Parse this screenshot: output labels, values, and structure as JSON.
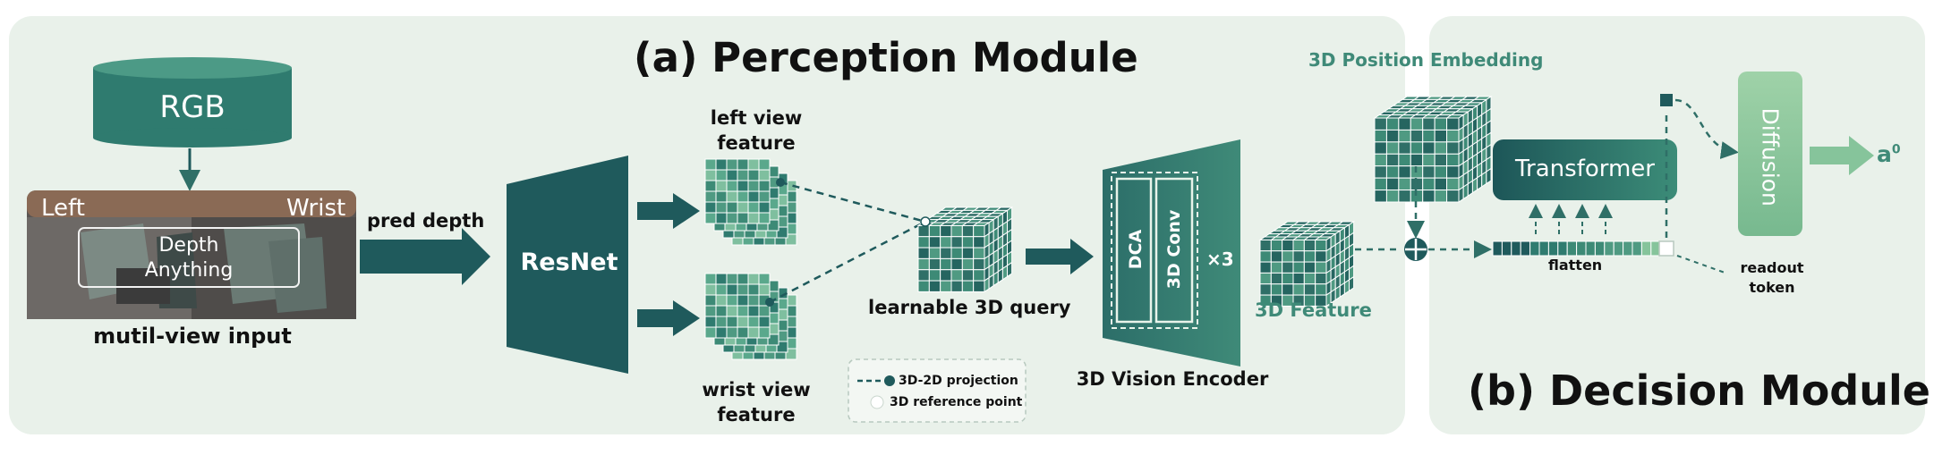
{
  "perception": {
    "title": "(a) Perception Module",
    "rgb_label": "RGB",
    "view_left": "Left",
    "view_wrist": "Wrist",
    "depth_line1": "Depth",
    "depth_line2": "Anything",
    "input_caption": "mutil-view input",
    "pred_depth": "pred depth",
    "resnet": "ResNet",
    "left_feature_line1": "left view",
    "left_feature_line2": "feature",
    "wrist_feature_line1": "wrist view",
    "wrist_feature_line2": "feature",
    "query_label": "learnable  3D query",
    "encoder_dca": "DCA",
    "encoder_conv": "3D Conv",
    "encoder_repeat": "×3",
    "encoder_caption": "3D Vision Encoder",
    "feature_3d": "3D Feature",
    "pos_embedding": "3D Position Embedding",
    "legend_projection": "3D-2D projection",
    "legend_reference": "3D reference point"
  },
  "decision": {
    "title": "(b) Decision Module",
    "transformer": "Transformer",
    "diffusion": "Diffusion",
    "output_base": "a",
    "output_sup": "0",
    "flatten": "flatten",
    "readout_line1": "readout",
    "readout_line2": "token"
  },
  "colors": {
    "panel": "#e9f1ea",
    "dark_teal": "#1f5a5c",
    "mid_teal": "#2f7b6f",
    "light_green": "#86c49b",
    "accent_teal": "#3f8a78"
  }
}
